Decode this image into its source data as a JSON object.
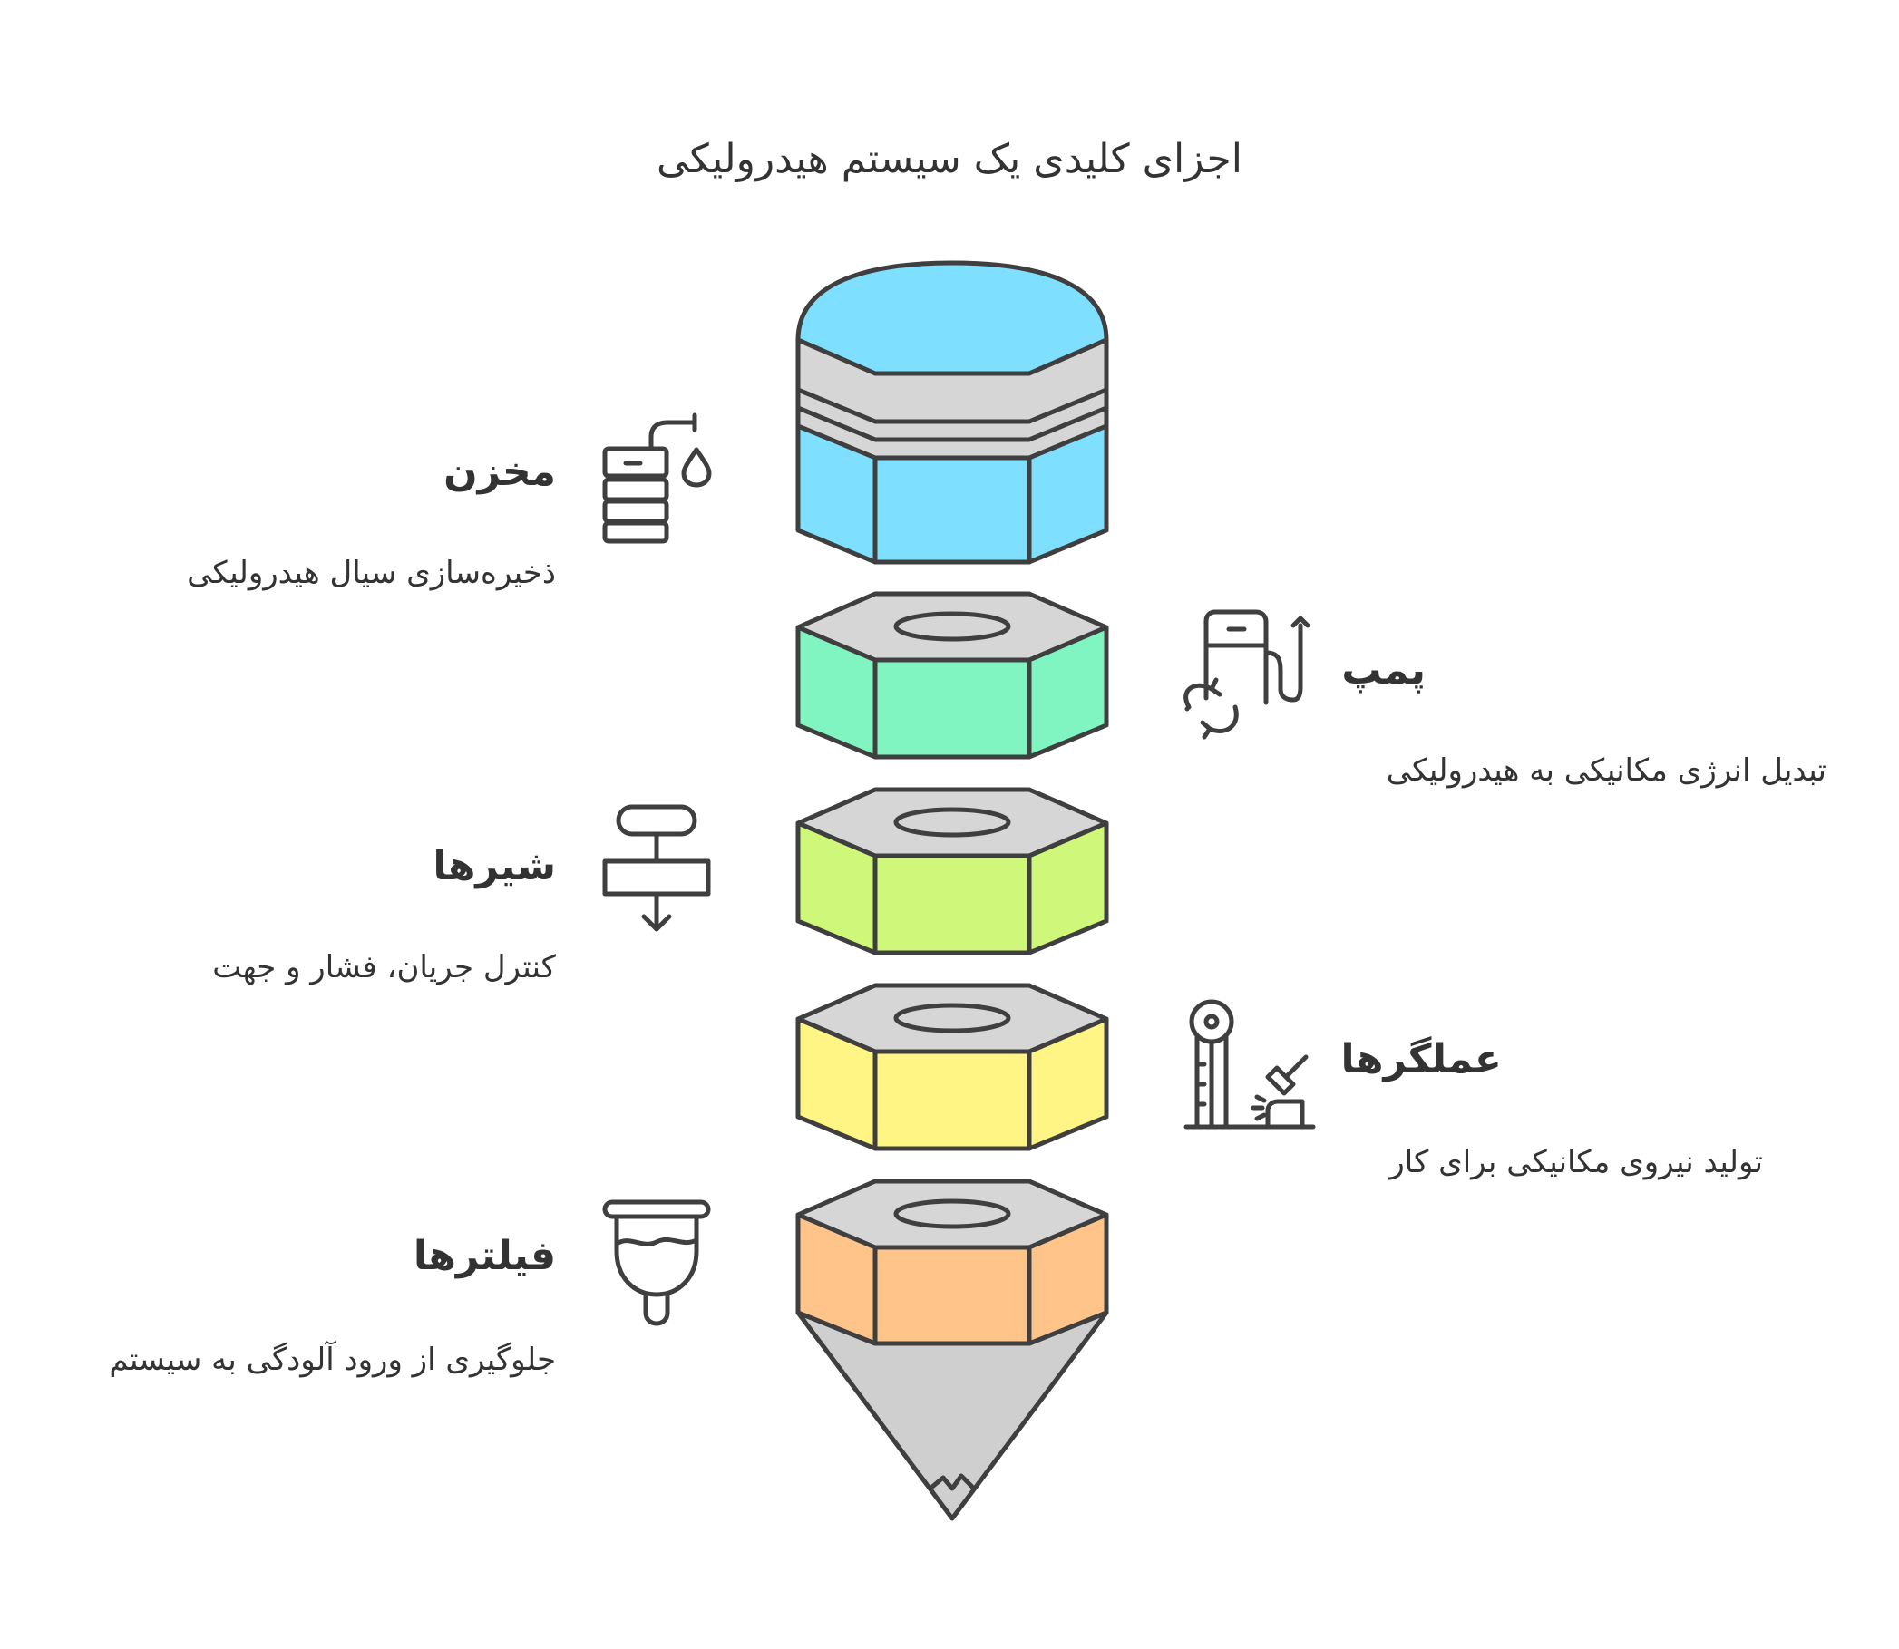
{
  "title": "اجزای کلیدی یک سیستم هیدرولیکی",
  "components": [
    {
      "title": "مخزن",
      "description": "ذخیره‌سازی سیال هیدرولیکی",
      "icon": "reservoir-icon",
      "color": "#7fdfff"
    },
    {
      "title": "پمپ",
      "description": "تبدیل انرژی مکانیکی به هیدرولیکی",
      "icon": "pump-icon",
      "color": "#80f5c2"
    },
    {
      "title": "شیرها",
      "description": "کنترل جریان، فشار و جهت",
      "icon": "valve-icon",
      "color": "#cff87a"
    },
    {
      "title": "عملگرها",
      "description": "تولید نیروی مکانیکی برای کار",
      "icon": "actuator-icon",
      "color": "#fff584"
    },
    {
      "title": "فیلترها",
      "description": "جلوگیری از ورود آلودگی به سیستم",
      "icon": "filter-icon",
      "color": "#ffc48a"
    }
  ],
  "colors": {
    "stroke": "#3f3f3f",
    "cap": "#d6d6d6",
    "tip": "#cfcfcf"
  }
}
